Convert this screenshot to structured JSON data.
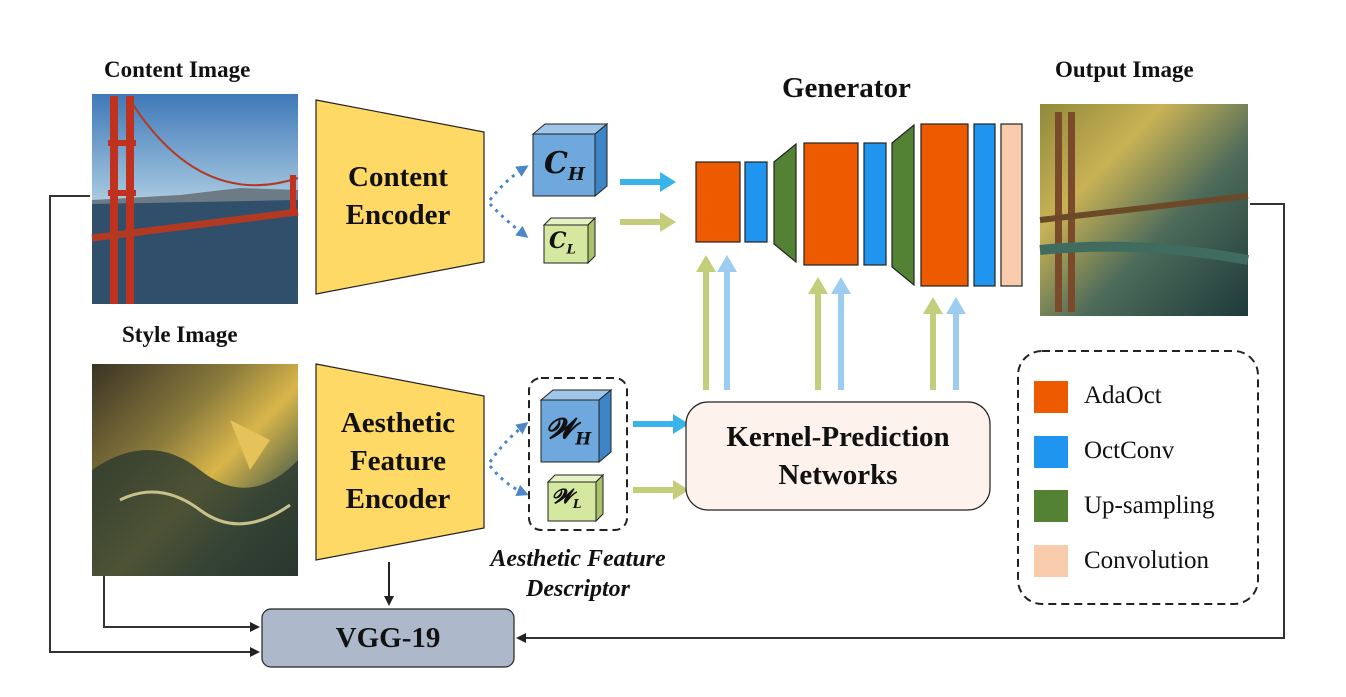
{
  "titles": {
    "content_image": "Content Image",
    "style_image": "Style Image",
    "output_image": "Output Image",
    "generator": "Generator"
  },
  "content_encoder": {
    "line1": "Content",
    "line2": "Encoder"
  },
  "aesthetic_encoder": {
    "line1": "Aesthetic",
    "line2": "Feature",
    "line3": "Encoder"
  },
  "features": {
    "content_high": {
      "main": "C",
      "sub": "H"
    },
    "content_low": {
      "main": "C",
      "sub": "L"
    },
    "aesthetic_high": {
      "main": "𝓦",
      "sub": "H"
    },
    "aesthetic_low": {
      "main": "𝓦",
      "sub": "L"
    }
  },
  "descriptor": {
    "line1": "Aesthetic Feature",
    "line2": "Descriptor"
  },
  "kpn": {
    "line1": "Kernel-Prediction",
    "line2": "Networks"
  },
  "vgg": "VGG-19",
  "legend": [
    {
      "label": "AdaOct",
      "color": "#ee5a00"
    },
    {
      "label": "OctConv",
      "color": "#1f95f0"
    },
    {
      "label": "Up-sampling",
      "color": "#548235"
    },
    {
      "label": "Convolution",
      "color": "#f8cbad"
    }
  ],
  "colors": {
    "encoder_fill": "#ffd966",
    "high_freq_cube": "#6fa8dc",
    "low_freq_cube": "#d5e8a0",
    "kpn_fill": "#fdf3ec",
    "vgg_fill": "#adb9ca",
    "arrow_blue": "#38b4ea",
    "arrow_olive": "#c3cd7a",
    "dotted_arrow": "#4a86c8"
  }
}
